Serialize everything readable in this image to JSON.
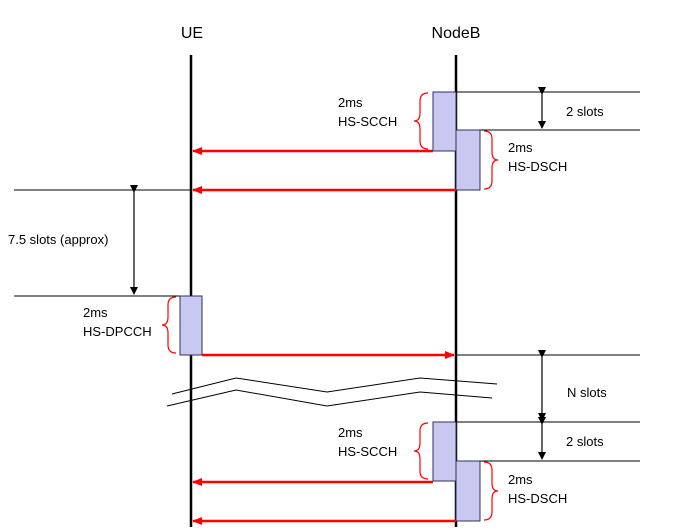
{
  "entities": {
    "ue": "UE",
    "nodeb": "NodeB"
  },
  "labels": {
    "scch1_line1": "2ms",
    "scch1_line2": "HS-SCCH",
    "dsch1_line1": "2ms",
    "dsch1_line2": "HS-DSCH",
    "slots_2_a": "2 slots",
    "slots_approx": "7.5 slots (approx)",
    "dpcch_line1": "2ms",
    "dpcch_line2": "HS-DPCCH",
    "n_slots": "N slots",
    "scch2_line1": "2ms",
    "scch2_line2": "HS-SCCH",
    "dsch2_line1": "2ms",
    "dsch2_line2": "HS-DSCH",
    "slots_2_b": "2 slots"
  },
  "colors": {
    "arrow": "#ff0000",
    "block_fill": "#c8c8f0",
    "block_stroke": "#2f2f5f",
    "brace": "#ff0000",
    "line": "#000000"
  }
}
